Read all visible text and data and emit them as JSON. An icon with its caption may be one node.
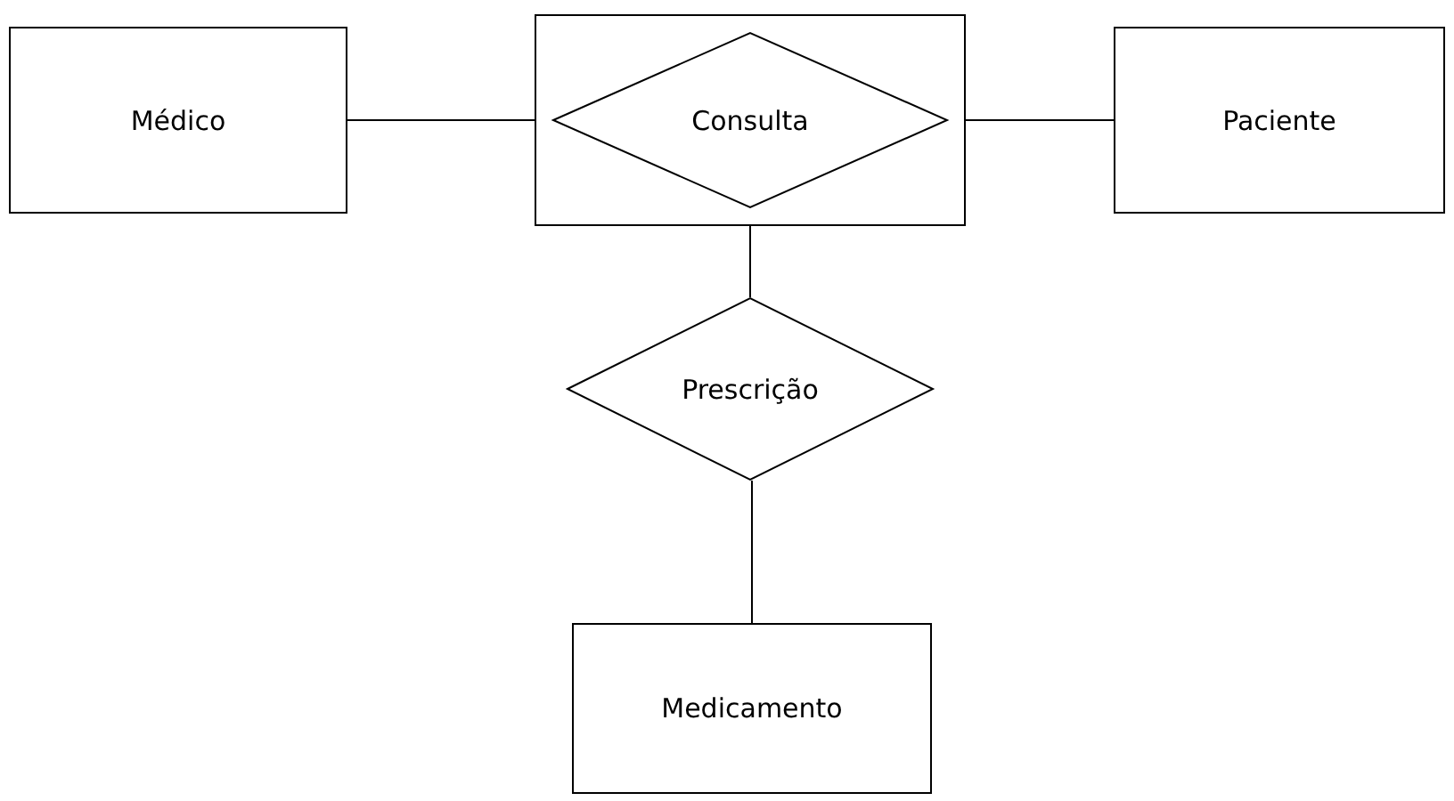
{
  "diagram": {
    "nodes": [
      {
        "text": [
          "Médico"
        ]
      },
      {
        "text": [],
        "shape": "box"
      },
      {
        "text": [
          "Consulta"
        ],
        "in": 1
      },
      {
        "text": [
          "Paciente"
        ]
      },
      {
        "text": [
          "Prescrição"
        ]
      },
      {
        "text": [
          "Medicamento"
        ]
      }
    ],
    "edges": [
      {
        "from": 0,
        "to": 1,
        "arrow": "none"
      },
      {
        "from": 1,
        "to": 3,
        "arrow": "none"
      },
      {
        "from": 1,
        "to": 4,
        "arrow": "none"
      },
      {
        "from": 4,
        "to": 5,
        "arrow": "none"
      }
    ]
  }
}
